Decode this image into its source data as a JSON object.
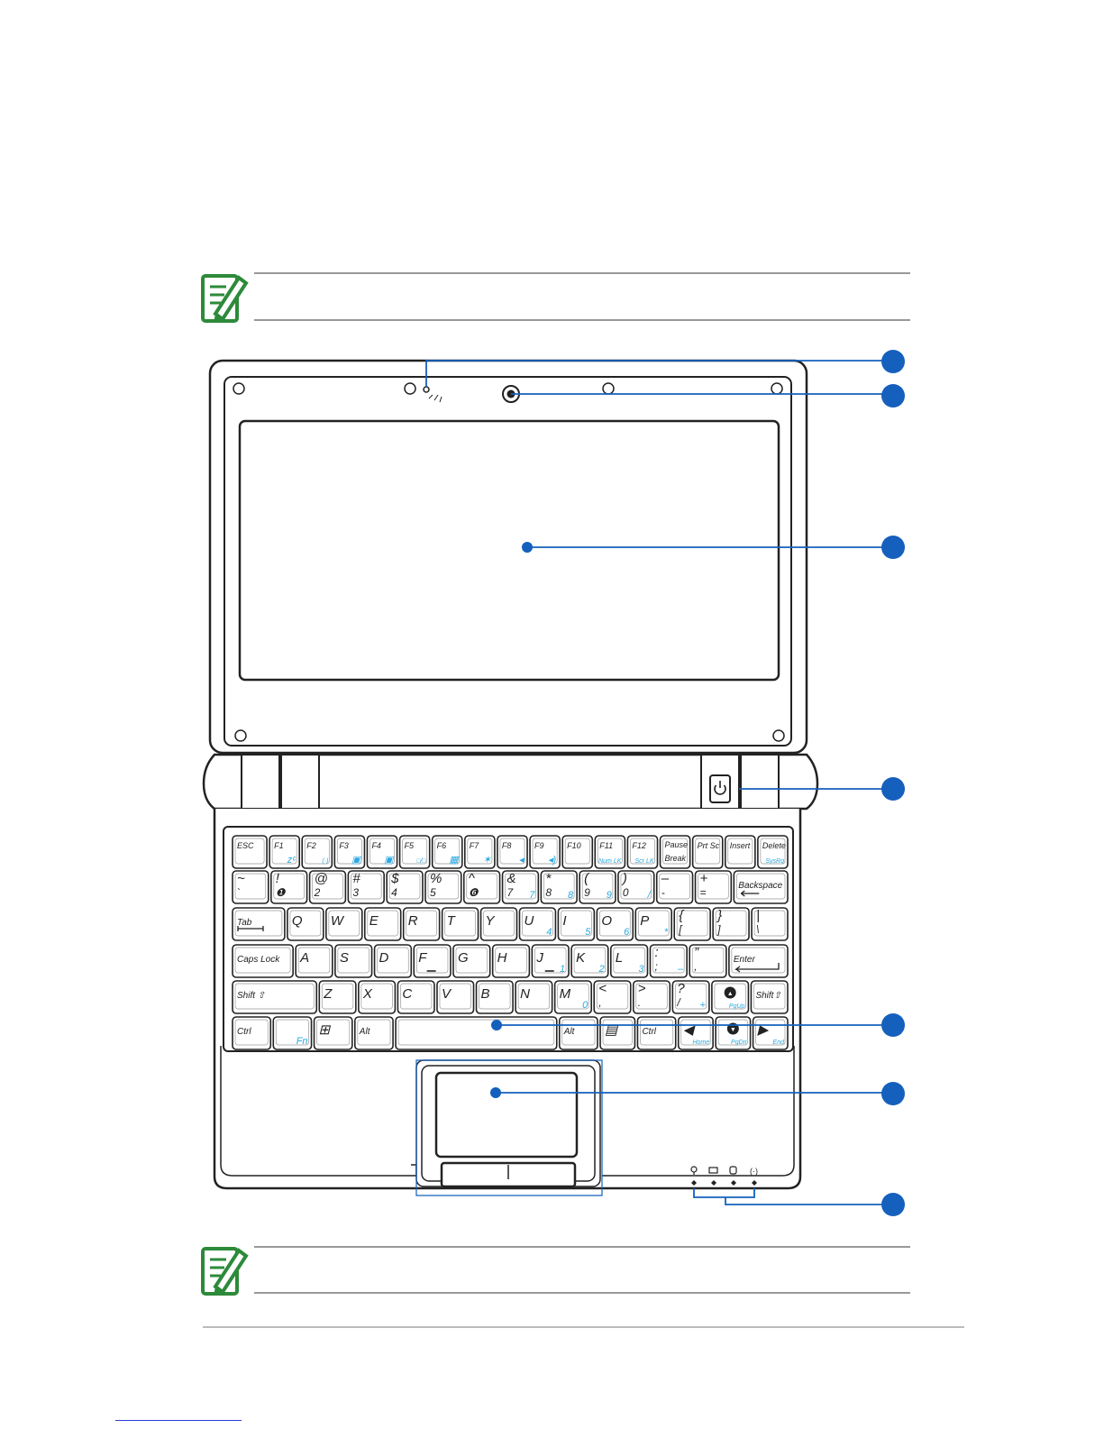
{
  "colors": {
    "accent": "#1560bd",
    "note_icon": "#2d8a3a",
    "key_secondary": "#29a8e0",
    "outline": "#222222",
    "rule": "#999999"
  },
  "icons": {
    "note": "note-pencil-icon",
    "mic": "microphone-icon",
    "camera": "camera-icon",
    "power": "power-icon"
  },
  "callout_count": 7,
  "keyboard": {
    "rows": [
      [
        {
          "p": "ESC",
          "w": 1.15
        },
        {
          "p": "F1",
          "s": "zᶜ"
        },
        {
          "p": "F2",
          "s": "(·)"
        },
        {
          "p": "F3",
          "s": "▣"
        },
        {
          "p": "F4",
          "s": "▣"
        },
        {
          "p": "F5",
          "s": "□/□"
        },
        {
          "p": "F6",
          "s": "▦"
        },
        {
          "p": "F7",
          "s": "✶"
        },
        {
          "p": "F8",
          "s": "◂"
        },
        {
          "p": "F9",
          "s": "◂)"
        },
        {
          "p": "F10"
        },
        {
          "p": "F11",
          "s": "Num LK"
        },
        {
          "p": "F12",
          "s": "Scr LK"
        },
        {
          "p": "Pause",
          "p2": "Break"
        },
        {
          "p": "Prt Sc"
        },
        {
          "p": "Insert"
        },
        {
          "p": "Delete",
          "s": "SysRq"
        }
      ],
      [
        {
          "p": "~",
          "p2": "`"
        },
        {
          "p": "!",
          "p2": "❶"
        },
        {
          "p": "@",
          "p2": "2"
        },
        {
          "p": "#",
          "p2": "3"
        },
        {
          "p": "$",
          "p2": "4"
        },
        {
          "p": "%",
          "p2": "5"
        },
        {
          "p": "^",
          "p2": "❻"
        },
        {
          "p": "&",
          "p2": "7",
          "s": "7"
        },
        {
          "p": "*",
          "p2": "8",
          "s": "8"
        },
        {
          "p": "(",
          "p2": "9",
          "s": "9"
        },
        {
          "p": ")",
          "p2": "0",
          "s": "/"
        },
        {
          "p": "–",
          "p2": "-"
        },
        {
          "p": "+",
          "p2": "=",
          "s": ""
        },
        {
          "p": "Backspace",
          "w": 1.5,
          "arrow": "back"
        }
      ],
      [
        {
          "p": "Tab",
          "w": 1.45,
          "arrow": "tab"
        },
        {
          "p": "Q"
        },
        {
          "p": "W"
        },
        {
          "p": "E"
        },
        {
          "p": "R"
        },
        {
          "p": "T"
        },
        {
          "p": "Y"
        },
        {
          "p": "U",
          "s": "4"
        },
        {
          "p": "I",
          "s": "5"
        },
        {
          "p": "O",
          "s": "6"
        },
        {
          "p": "P",
          "s": "*"
        },
        {
          "p": "{",
          "p2": "["
        },
        {
          "p": "}",
          "p2": "]"
        },
        {
          "p": "|",
          "p2": "\\"
        }
      ],
      [
        {
          "p": "Caps Lock",
          "w": 1.65
        },
        {
          "p": "A"
        },
        {
          "p": "S"
        },
        {
          "p": "D"
        },
        {
          "p": "F",
          "bump": true
        },
        {
          "p": "G"
        },
        {
          "p": "H"
        },
        {
          "p": "J",
          "s": "1",
          "bump": true
        },
        {
          "p": "K",
          "s": "2"
        },
        {
          "p": "L",
          "s": "3"
        },
        {
          "p": ":",
          "p2": ";",
          "s": "–"
        },
        {
          "p": "”",
          "p2": ","
        },
        {
          "p": "Enter",
          "w": 1.6,
          "arrow": "enter"
        }
      ],
      [
        {
          "p": "Shift ⇧",
          "w": 2.3
        },
        {
          "p": "Z"
        },
        {
          "p": "X"
        },
        {
          "p": "C"
        },
        {
          "p": "V"
        },
        {
          "p": "B"
        },
        {
          "p": "N"
        },
        {
          "p": "M",
          "s": "0"
        },
        {
          "p": "<",
          "p2": ","
        },
        {
          "p": ">",
          "p2": "."
        },
        {
          "p": "?",
          "p2": "/",
          "s": "+"
        },
        {
          "p": "▲",
          "s": "PgUp",
          "circle": true
        },
        {
          "p": "Shift⇧",
          "w": 1.0
        }
      ],
      [
        {
          "p": "Ctrl",
          "w": 1.1
        },
        {
          "p": "",
          "s": "Fn",
          "w": 1.1
        },
        {
          "p": "⊞",
          "w": 1.1,
          "win": true
        },
        {
          "p": "Alt",
          "w": 1.1
        },
        {
          "p": "",
          "w": 4.65
        },
        {
          "p": "Alt",
          "w": 1.1
        },
        {
          "p": "▤",
          "w": 1.0
        },
        {
          "p": "Ctrl",
          "w": 1.1
        },
        {
          "p": "◀",
          "s": "Home"
        },
        {
          "p": "▼",
          "s": "PgDn",
          "circle": true
        },
        {
          "p": "▶",
          "s": "End"
        }
      ]
    ]
  },
  "status_led_icons": [
    "power-led-icon",
    "battery-led-icon",
    "disk-led-icon",
    "wireless-led-icon"
  ]
}
